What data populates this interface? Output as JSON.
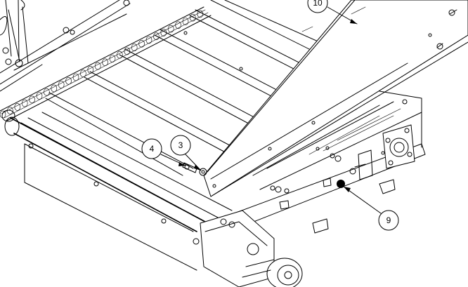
{
  "callouts": [
    {
      "id": "callout-10",
      "label": "10"
    },
    {
      "id": "callout-4",
      "label": "4"
    },
    {
      "id": "callout-3",
      "label": "3"
    },
    {
      "id": "callout-9",
      "label": "9"
    }
  ],
  "colors": {
    "line": "#000000",
    "background": "#ffffff"
  }
}
